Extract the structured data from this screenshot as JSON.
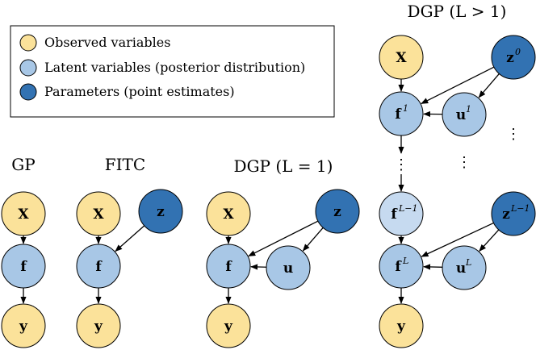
{
  "colors": {
    "observed": "#fbe29a",
    "latent": "#a8c7e6",
    "latent_light": "#c6daf0",
    "parameter": "#3272b2",
    "stroke": "#000000"
  },
  "legend": {
    "items": [
      {
        "kind": "observed",
        "label": "Observed variables"
      },
      {
        "kind": "latent",
        "label": "Latent variables (posterior distribution)"
      },
      {
        "kind": "parameter",
        "label": "Parameters (point estimates)"
      }
    ]
  },
  "titles": {
    "gp": "GP",
    "fitc": "FITC",
    "dgp1": "DGP (L = 1)",
    "dgpL": "DGP (L > 1)"
  },
  "nodes": {
    "gp_X": {
      "label": "X",
      "sup": "",
      "kind": "observed"
    },
    "gp_f": {
      "label": "f",
      "sup": "",
      "kind": "latent"
    },
    "gp_y": {
      "label": "y",
      "sup": "",
      "kind": "observed"
    },
    "fitc_X": {
      "label": "X",
      "sup": "",
      "kind": "observed"
    },
    "fitc_z": {
      "label": "z",
      "sup": "",
      "kind": "parameter"
    },
    "fitc_f": {
      "label": "f",
      "sup": "",
      "kind": "latent"
    },
    "fitc_y": {
      "label": "y",
      "sup": "",
      "kind": "observed"
    },
    "d1_X": {
      "label": "X",
      "sup": "",
      "kind": "observed"
    },
    "d1_z": {
      "label": "z",
      "sup": "",
      "kind": "parameter"
    },
    "d1_f": {
      "label": "f",
      "sup": "",
      "kind": "latent"
    },
    "d1_u": {
      "label": "u",
      "sup": "",
      "kind": "latent"
    },
    "d1_y": {
      "label": "y",
      "sup": "",
      "kind": "observed"
    },
    "dL_X": {
      "label": "X",
      "sup": "",
      "kind": "observed"
    },
    "dL_z0": {
      "label": "z",
      "sup": "0",
      "kind": "parameter"
    },
    "dL_f1": {
      "label": "f",
      "sup": "1",
      "kind": "latent"
    },
    "dL_u1": {
      "label": "u",
      "sup": "1",
      "kind": "latent"
    },
    "dL_fLm1": {
      "label": "f",
      "sup": "L−1",
      "kind": "latent_light"
    },
    "dL_zLm1": {
      "label": "z",
      "sup": "L−1",
      "kind": "parameter"
    },
    "dL_fL": {
      "label": "f",
      "sup": "L",
      "kind": "latent"
    },
    "dL_uL": {
      "label": "u",
      "sup": "L",
      "kind": "latent"
    },
    "dL_y": {
      "label": "y",
      "sup": "",
      "kind": "observed"
    }
  },
  "dots": {
    "vertical_left": "⋮",
    "vertical_mid": "⋮",
    "vertical_right": "⋮"
  }
}
